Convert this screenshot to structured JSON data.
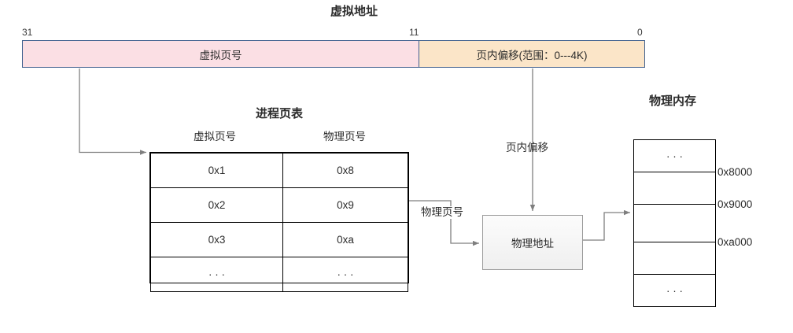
{
  "diagram": {
    "virtual_address": {
      "title": "虚拟地址",
      "bit_high": "31",
      "bit_mid": "11",
      "bit_low": "0",
      "vpn_label": "虚拟页号",
      "offset_label": "页内偏移(范围：0---4K)",
      "vpn_color": "#fbdfe4",
      "offset_color": "#fbe5c8",
      "border_color": "#42618f"
    },
    "page_table": {
      "title": "进程页表",
      "headers": [
        "虚拟页号",
        "物理页号"
      ],
      "rows": [
        [
          "0x1",
          "0x8"
        ],
        [
          "0x2",
          "0x9"
        ],
        [
          "0x3",
          "0xa"
        ],
        [
          "· · ·",
          "· · ·"
        ]
      ]
    },
    "physical_memory": {
      "title": "物理内存",
      "rows": [
        "· · ·",
        "",
        "",
        "",
        "· · ·"
      ],
      "address_labels": [
        "0x8000",
        "0x9000",
        "0xa000"
      ]
    },
    "physical_address_box": {
      "label": "物理地址"
    },
    "wire_labels": {
      "offset_wire": "页内偏移",
      "ppn_wire": "物理页号"
    }
  }
}
